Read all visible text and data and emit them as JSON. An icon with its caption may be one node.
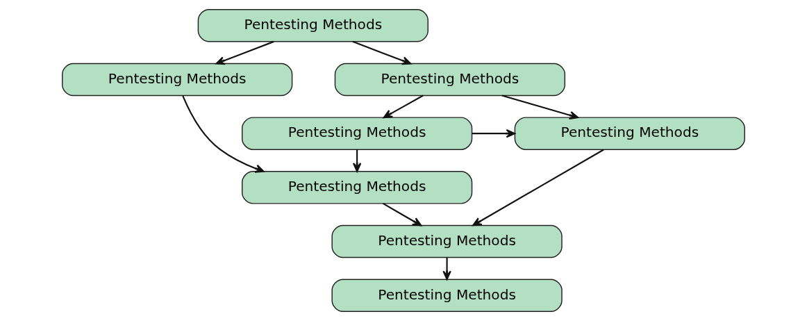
{
  "diagram": {
    "nodes": [
      {
        "text": [
          "Pentesting Methods"
        ]
      },
      {
        "text": [
          "Pentesting Methods"
        ]
      },
      {
        "text": [
          "Pentesting Methods"
        ]
      },
      {
        "text": [
          "Pentesting Methods"
        ]
      },
      {
        "text": [
          "Pentesting Methods"
        ]
      },
      {
        "text": [
          "Pentesting Methods"
        ]
      },
      {
        "text": [
          "Pentesting Methods"
        ]
      },
      {
        "text": [
          "Pentesting Methods"
        ]
      }
    ],
    "edges": [
      {
        "from": 0,
        "to": 1,
        "arrow": "to"
      },
      {
        "from": 0,
        "to": 2,
        "arrow": "to"
      },
      {
        "from": 1,
        "to": 3,
        "arrow": "to"
      },
      {
        "from": 1,
        "to": 4,
        "arrow": "to"
      },
      {
        "from": 4,
        "to": 3,
        "arrow": "to"
      },
      {
        "from": 4,
        "to": 5,
        "arrow": "to"
      },
      {
        "from": 2,
        "to": 5,
        "arrow": "to"
      },
      {
        "from": 3,
        "to": 6,
        "arrow": "to"
      },
      {
        "from": 5,
        "to": 6,
        "arrow": "to"
      },
      {
        "from": 6,
        "to": 7,
        "arrow": "to"
      }
    ]
  }
}
